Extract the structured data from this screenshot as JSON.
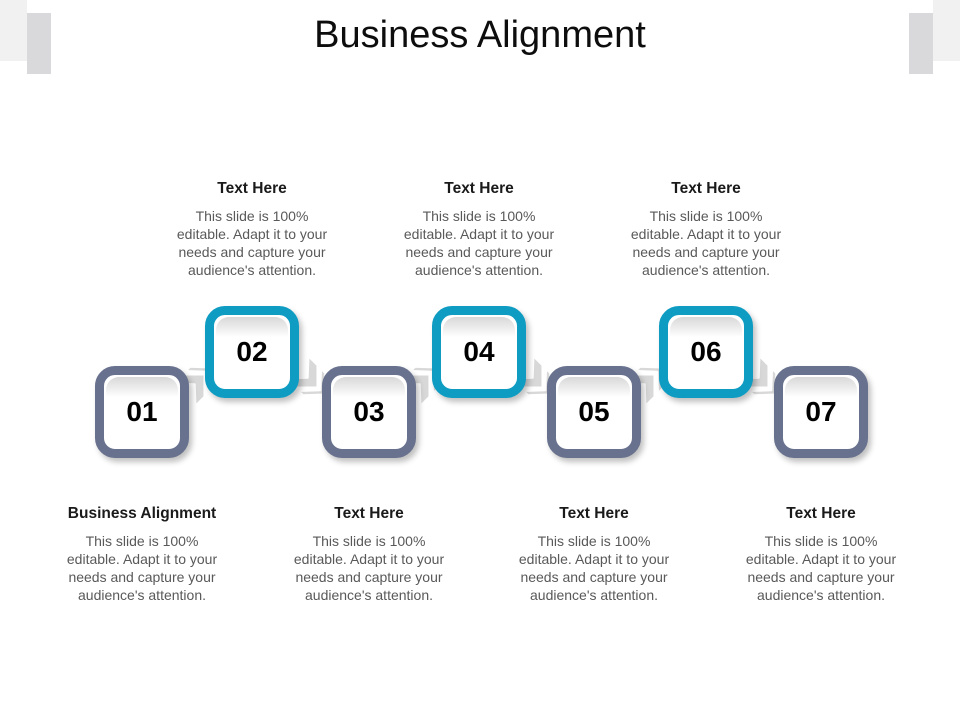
{
  "title": "Business Alignment",
  "colors": {
    "teal": "#0E9CC3",
    "slate": "#68718D",
    "arrow": "#D8D8D8",
    "heading_text": "#1A1A1A",
    "body_text": "#595959",
    "corner_light": "#F1F1F2",
    "corner_gray": "#D9D9DB"
  },
  "top_blocks": [
    {
      "heading": "Text Here",
      "body": "This slide is 100%\neditable. Adapt it to your\nneeds and capture your\naudience's attention."
    },
    {
      "heading": "Text Here",
      "body": "This slide is 100%\neditable. Adapt it to your\nneeds and capture your\naudience's attention."
    },
    {
      "heading": "Text Here",
      "body": "This slide is 100%\neditable. Adapt it to your\nneeds and capture your\naudience's attention."
    }
  ],
  "bottom_blocks": [
    {
      "heading": "Business Alignment",
      "body": "This slide is 100%\neditable. Adapt it to your\nneeds and capture your\naudience's attention."
    },
    {
      "heading": "Text Here",
      "body": "This slide is 100%\neditable. Adapt it to your\nneeds and capture your\naudience's attention."
    },
    {
      "heading": "Text Here",
      "body": "This slide is 100%\neditable. Adapt it to your\nneeds and capture your\naudience's attention."
    },
    {
      "heading": "Text Here",
      "body": "This slide is 100%\neditable. Adapt it to your\nneeds and capture your\naudience's attention."
    }
  ],
  "boxes": [
    {
      "number": "01",
      "variant": "muted"
    },
    {
      "number": "02",
      "variant": "accent"
    },
    {
      "number": "03",
      "variant": "muted"
    },
    {
      "number": "04",
      "variant": "accent"
    },
    {
      "number": "05",
      "variant": "muted"
    },
    {
      "number": "06",
      "variant": "accent"
    },
    {
      "number": "07",
      "variant": "muted"
    }
  ],
  "arrows": [
    {
      "direction": "up-right"
    },
    {
      "direction": "down-right"
    },
    {
      "direction": "up-right"
    },
    {
      "direction": "down-right"
    },
    {
      "direction": "up-right"
    },
    {
      "direction": "down-right"
    }
  ]
}
